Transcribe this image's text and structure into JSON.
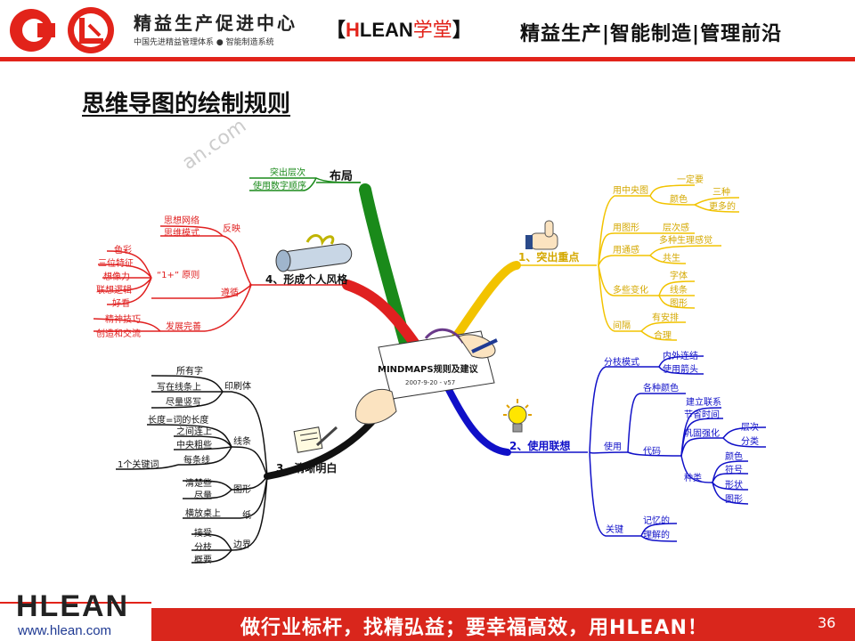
{
  "header": {
    "brand_name": "精益生产促进中心",
    "brand_sub": "中国先进精益管理体系 ● 智能制造系统",
    "tag_open": "【",
    "tag_h": "H",
    "tag_rest": "LEAN",
    "tag_xt": "学堂",
    "tag_close": "】",
    "right": "精益生产|智能制造|管理前沿"
  },
  "title": "思维导图的绘制规则",
  "watermark": "an.com",
  "center": {
    "label": "MINDMAPS规则及建议",
    "date": "2007-9-20  -  v57"
  },
  "branches": {
    "layout": {
      "label": "布局",
      "items": [
        "突出层次",
        "使用数字顺序"
      ]
    },
    "style": {
      "label": "4、形成个人风格",
      "reflect": {
        "label": "反映",
        "items": [
          "思想网络",
          "思维模式"
        ]
      },
      "follow": {
        "label": "遵循",
        "rule_label": "“1+” 原则",
        "items": [
          "色彩",
          "三位特征",
          "想像力",
          "联想逻辑",
          "好看"
        ]
      },
      "develop": {
        "label": "发展完善",
        "items": [
          "精神技巧",
          "创造和交流"
        ]
      }
    },
    "emphasis": {
      "label": "1、突出重点",
      "center_img": {
        "label": "用中央图",
        "items": [
          "一定要",
          "颜色"
        ],
        "sub_items": [
          "三种",
          "更多的"
        ]
      },
      "images": {
        "label": "用图形",
        "items": [
          "层次感"
        ]
      },
      "senses": {
        "label": "用通感",
        "items": [
          "多种生理感觉",
          "共生"
        ]
      },
      "vary": {
        "label": "多些变化",
        "items": [
          "字体",
          "线条",
          "图形"
        ]
      },
      "spacing": {
        "label": "间隔",
        "items": [
          "有安排",
          "合理"
        ]
      }
    },
    "association": {
      "label": "2、使用联想",
      "branch_mode": {
        "label": "分枝模式",
        "items": [
          "内外连结",
          "使用箭头"
        ]
      },
      "use": {
        "label": "使用",
        "colors": "各种颜色",
        "code": {
          "label": "代码",
          "items": [
            "建立联系",
            "节省时间",
            "巩固强化"
          ],
          "reinforce": [
            "层次",
            "分类"
          ],
          "kinds_label": "种类",
          "kinds": [
            "颜色",
            "符号",
            "形状",
            "图形"
          ]
        }
      },
      "key": {
        "label": "关键",
        "items": [
          "记忆的",
          "理解的"
        ]
      }
    },
    "clarity": {
      "label": "3、清晰明白",
      "print": {
        "label": "印刷体",
        "items": [
          "所有字",
          "写在线条上",
          "尽量竖写"
        ]
      },
      "lines": {
        "label": "线条",
        "items": [
          "长度=词的长度",
          "之间连上",
          "中央粗些",
          "每条线"
        ],
        "extra": "1个关键词"
      },
      "shapes": {
        "label": "图形",
        "items": [
          "清楚些",
          "尽量"
        ]
      },
      "paper": {
        "label": "纸",
        "items": [
          "横放桌上"
        ]
      },
      "border": {
        "label": "边界",
        "items": [
          "接受",
          "分枝",
          "概要"
        ]
      }
    }
  },
  "colors": {
    "layout": "#1a8a1a",
    "style": "#e02020",
    "emphasis": "#f2c300",
    "association": "#1010c8",
    "clarity": "#111111",
    "brand_red": "#e2231a"
  },
  "footer": {
    "logo": "HLEAN",
    "url": "www.hlean.com",
    "slogan": "做行业标杆，找精弘益；要幸福高效，用HLEAN！",
    "page": "36"
  }
}
